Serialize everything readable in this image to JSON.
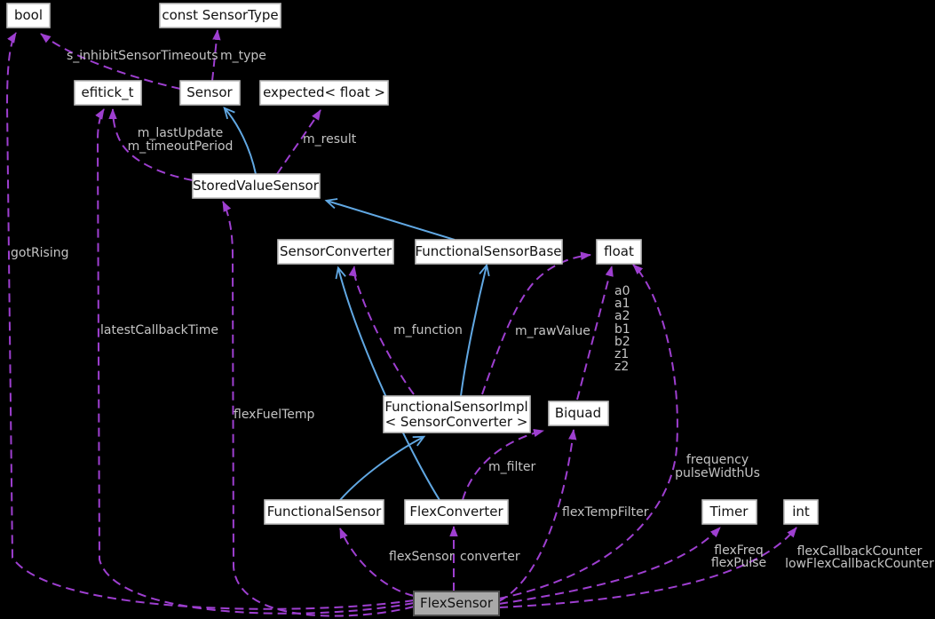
{
  "diagram": {
    "type": "class-collaboration-graph",
    "focus_class": "FlexSensor",
    "colors": {
      "background": "#000000",
      "usage_edge": "#9e3fd0",
      "inheritance_edge": "#61a8e3",
      "edge_label_text": "#c4c4c4",
      "node_fill": "#ffffff",
      "node_border": "#bdbdbd",
      "node_text": "#111111",
      "focus_node_fill": "#a9a9a9",
      "focus_node_border": "#4f4f4f"
    },
    "nodes": [
      {
        "label": "bool"
      },
      {
        "label": "const SensorType"
      },
      {
        "label": "efitick_t"
      },
      {
        "label": "Sensor"
      },
      {
        "label": "expected< float >"
      },
      {
        "label": "StoredValueSensor"
      },
      {
        "label": "SensorConverter"
      },
      {
        "label": "FunctionalSensorBase"
      },
      {
        "label": "float"
      },
      {
        "label": "FunctionalSensorImpl",
        "label_lines": [
          "FunctionalSensorImpl",
          "< SensorConverter >"
        ]
      },
      {
        "label": "Biquad"
      },
      {
        "label": "FunctionalSensor"
      },
      {
        "label": "FlexConverter"
      },
      {
        "label": "Timer"
      },
      {
        "label": "int"
      },
      {
        "label": "FlexSensor"
      }
    ],
    "edges": [
      {
        "from": "FlexSensor",
        "to": "bool",
        "type": "usage",
        "label": [
          "gotRising"
        ]
      },
      {
        "from": "FlexSensor",
        "to": "efitick_t",
        "type": "usage",
        "label": [
          "latestCallbackTime"
        ]
      },
      {
        "from": "FlexSensor",
        "to": "StoredValueSensor",
        "type": "usage",
        "label": [
          "flexFuelTemp"
        ]
      },
      {
        "from": "FlexSensor",
        "to": "FunctionalSensor",
        "type": "usage",
        "label": [
          "flexSensor"
        ]
      },
      {
        "from": "FlexSensor",
        "to": "FlexConverter",
        "type": "usage",
        "label": [
          "converter"
        ]
      },
      {
        "from": "FlexSensor",
        "to": "Biquad",
        "type": "usage",
        "label": [
          "flexTempFilter"
        ]
      },
      {
        "from": "FlexSensor",
        "to": "float",
        "type": "usage",
        "label": [
          "frequency",
          "pulseWidthUs"
        ]
      },
      {
        "from": "FlexSensor",
        "to": "Timer",
        "type": "usage",
        "label": [
          "flexFreq",
          "flexPulse"
        ]
      },
      {
        "from": "FlexSensor",
        "to": "int",
        "type": "usage",
        "label": [
          "flexCallbackCounter",
          "lowFlexCallbackCounter"
        ]
      },
      {
        "from": "FlexConverter",
        "to": "Biquad",
        "type": "usage",
        "label": [
          "m_filter"
        ]
      },
      {
        "from": "FunctionalSensorImpl",
        "to": "SensorConverter",
        "type": "usage",
        "label": [
          "m_function"
        ]
      },
      {
        "from": "FunctionalSensorImpl",
        "to": "float",
        "type": "usage",
        "label": [
          "m_rawValue"
        ]
      },
      {
        "from": "Biquad",
        "to": "float",
        "type": "usage",
        "label": [
          "a0",
          "a1",
          "a2",
          "b1",
          "b2",
          "z1",
          "z2"
        ]
      },
      {
        "from": "StoredValueSensor",
        "to": "efitick_t",
        "type": "usage",
        "label": [
          "m_lastUpdate",
          "m_timeoutPeriod"
        ]
      },
      {
        "from": "StoredValueSensor",
        "to": "expected< float >",
        "type": "usage",
        "label": [
          "m_result"
        ]
      },
      {
        "from": "Sensor",
        "to": "bool",
        "type": "usage",
        "label": [
          "s_inhibitSensorTimeouts"
        ]
      },
      {
        "from": "Sensor",
        "to": "const SensorType",
        "type": "usage",
        "label": [
          "m_type"
        ]
      },
      {
        "from": "StoredValueSensor",
        "to": "Sensor",
        "type": "inheritance",
        "label": []
      },
      {
        "from": "FunctionalSensorBase",
        "to": "StoredValueSensor",
        "type": "inheritance",
        "label": []
      },
      {
        "from": "FunctionalSensorImpl",
        "to": "FunctionalSensorBase",
        "type": "inheritance",
        "label": []
      },
      {
        "from": "FunctionalSensor",
        "to": "FunctionalSensorImpl",
        "type": "inheritance",
        "label": []
      },
      {
        "from": "FlexConverter",
        "to": "SensorConverter",
        "type": "inheritance",
        "label": []
      }
    ]
  }
}
